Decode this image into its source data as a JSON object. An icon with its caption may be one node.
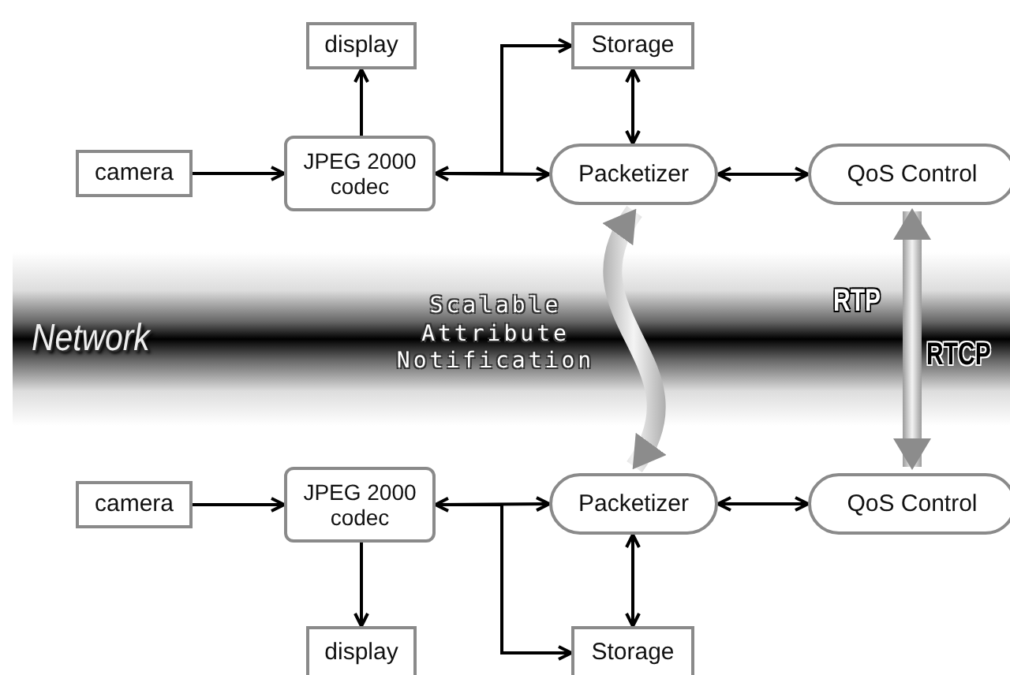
{
  "diagram": {
    "nodes": [
      {
        "text": [
          "display"
        ]
      },
      {
        "text": [
          "Storage"
        ]
      },
      {
        "text": [
          "camera"
        ]
      },
      {
        "text": [
          "JPEG 2000 codec"
        ]
      },
      {
        "text": [
          "Packetizer"
        ]
      },
      {
        "text": [
          "QoS Control"
        ]
      },
      {
        "text": [
          "camera"
        ]
      },
      {
        "text": [
          "JPEG 2000 codec"
        ]
      },
      {
        "text": [
          "Packetizer"
        ]
      },
      {
        "text": [
          "QoS Control"
        ]
      },
      {
        "text": [
          "display"
        ]
      },
      {
        "text": [
          "Storage"
        ]
      }
    ],
    "edges": [
      {
        "from": 2,
        "to": 3,
        "arrow": "to"
      },
      {
        "from": 3,
        "to": 0,
        "arrow": "to"
      },
      {
        "from": 3,
        "to": 4,
        "arrow": "both"
      },
      {
        "from": 3,
        "to": 1,
        "arrow": "to"
      },
      {
        "from": 1,
        "to": 4,
        "arrow": "both"
      },
      {
        "from": 4,
        "to": 5,
        "arrow": "both"
      },
      {
        "from": 4,
        "to": 8,
        "arrow": "both",
        "label": "Scalable Attribute Notification",
        "style": "thick",
        "color": "#8c8c8c"
      },
      {
        "from": 5,
        "to": 9,
        "arrow": "both",
        "label": "RTP",
        "style": "thick",
        "color": "#8c8c8c"
      },
      {
        "from": 6,
        "to": 7,
        "arrow": "to"
      },
      {
        "from": 7,
        "to": 10,
        "arrow": "to"
      },
      {
        "from": 7,
        "to": 8,
        "arrow": "both"
      },
      {
        "from": 7,
        "to": 11,
        "arrow": "to"
      },
      {
        "from": 11,
        "to": 8,
        "arrow": "both"
      },
      {
        "from": 8,
        "to": 9,
        "arrow": "both"
      }
    ],
    "labels": [
      "Network",
      "RTCP"
    ]
  }
}
